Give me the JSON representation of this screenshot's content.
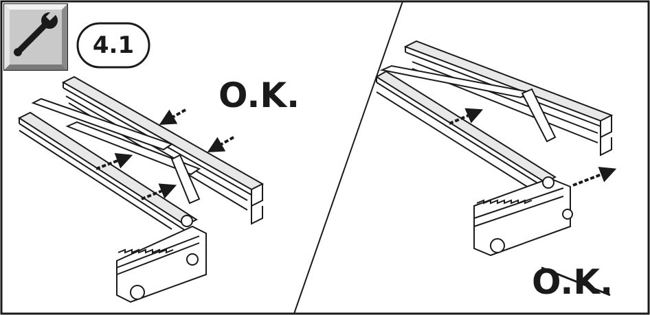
{
  "step": {
    "icon": "wrench-icon",
    "number": "4.1"
  },
  "left_panel": {
    "status_label": "O.K."
  },
  "right_panel": {
    "status_label": "O.K."
  },
  "colors": {
    "stroke": "#1a1a1a",
    "icon_tile": "#c9c9c9",
    "rail_fill": "#e8e8e8"
  }
}
